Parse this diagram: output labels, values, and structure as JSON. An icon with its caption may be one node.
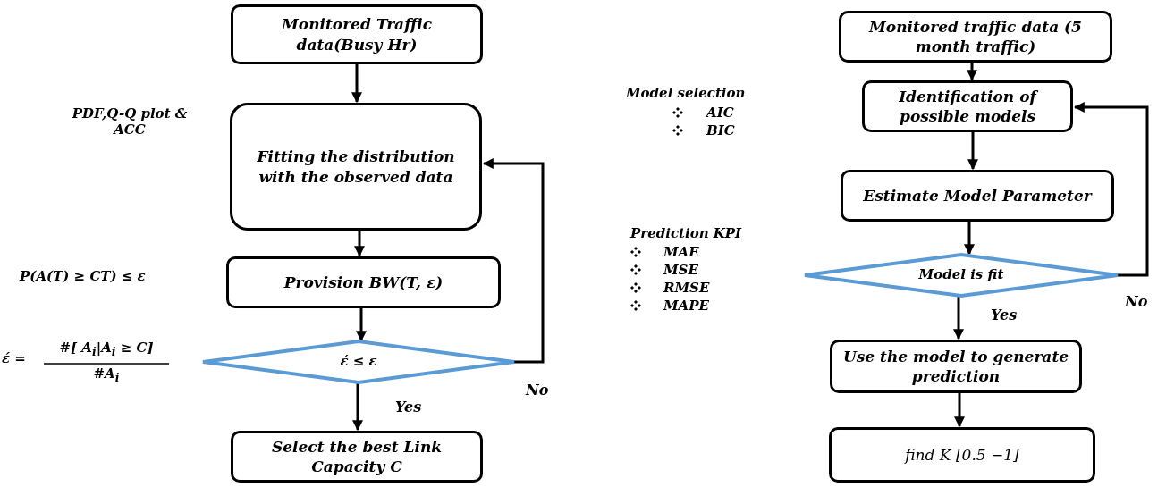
{
  "diagram": {
    "nodes": [
      {
        "text": [
          "Monitored Traffic data(Busy Hr)"
        ]
      },
      {
        "text": [
          "Fitting the distribution with the observed data"
        ]
      },
      {
        "text": [
          "Provision BW(T, ε)"
        ]
      },
      {
        "text": [
          "έ ≤ ε"
        ]
      },
      {
        "text": [
          "Select the best Link Capacity C"
        ]
      },
      {
        "text": [
          "Monitored traffic data (5 month traffic)"
        ]
      },
      {
        "text": [
          "Identification of possible models"
        ]
      },
      {
        "text": [
          "Estimate Model Parameter"
        ]
      },
      {
        "text": [
          "Model is fit"
        ]
      },
      {
        "text": [
          "Use the model to generate prediction"
        ]
      },
      {
        "text": [
          "find K [0.5 −1]"
        ]
      }
    ],
    "edges": [
      {
        "from": 0,
        "to": 1,
        "arrow": "to"
      },
      {
        "from": 1,
        "to": 2,
        "arrow": "to"
      },
      {
        "from": 2,
        "to": 3,
        "arrow": "to"
      },
      {
        "from": 3,
        "to": 4,
        "arrow": "to",
        "label": "Yes"
      },
      {
        "from": 3,
        "to": 1,
        "arrow": "to",
        "label": "No"
      },
      {
        "from": 5,
        "to": 6,
        "arrow": "to"
      },
      {
        "from": 6,
        "to": 7,
        "arrow": "to"
      },
      {
        "from": 7,
        "to": 8,
        "arrow": "to"
      },
      {
        "from": 8,
        "to": 9,
        "arrow": "to",
        "label": "Yes"
      },
      {
        "from": 8,
        "to": 6,
        "arrow": "to",
        "label": "No"
      },
      {
        "from": 9,
        "to": 10,
        "arrow": "to"
      }
    ],
    "labels": [
      "PDF,Q-Q plot & ACC",
      "P(A(T) ≥ CT) ≤ ε",
      "έ =",
      "#[ A$_{i}$|A$_{i}$ ≥ C]",
      "#A$_{i}$",
      "Model selection",
      "AIC",
      "BIC",
      "Prediction KPI",
      "MAE",
      "MSE",
      "RMSE",
      "MAPE"
    ]
  }
}
